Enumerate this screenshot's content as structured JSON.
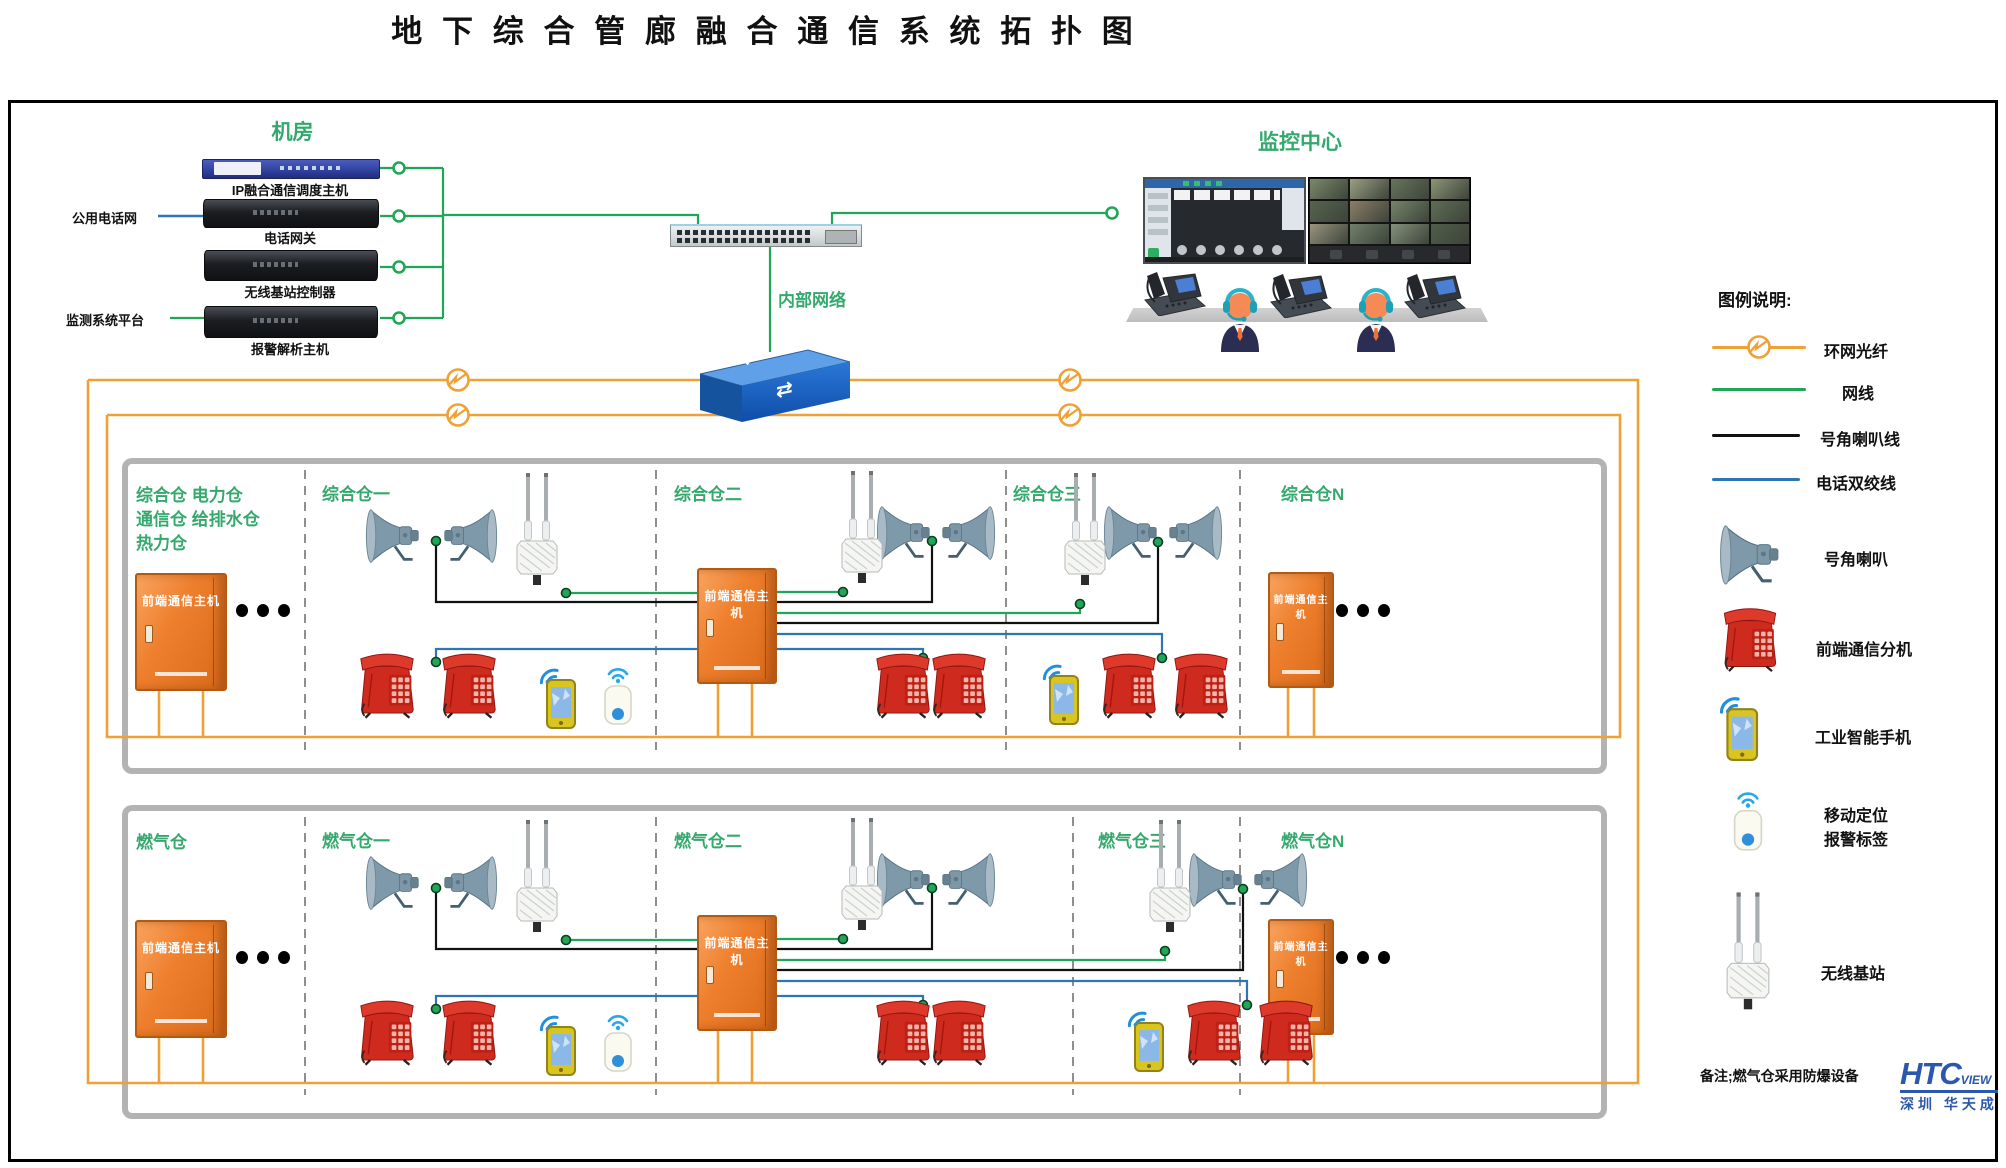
{
  "title": "地 下 综 合 管 廊 融 合 通 信 系 统 拓 扑 图",
  "machine_room": {
    "label": "机房",
    "servers": [
      "IP融合通信调度主机",
      "电话网关",
      "无线基站控制器",
      "报警解析主机"
    ],
    "external_labels": [
      "公用电话网",
      "监测系统平台"
    ]
  },
  "network": {
    "internal_label": "内部网络"
  },
  "monitoring": {
    "label": "监控中心"
  },
  "cabinet_label": "前端通信主机",
  "rows": [
    {
      "left_label_lines": [
        "综合仓 电力仓",
        "通信仓 给排水仓",
        "热力仓"
      ],
      "section_labels": [
        "综合仓一",
        "综合仓二",
        "综合仓三",
        "综合仓N"
      ]
    },
    {
      "left_label_lines": [
        "燃气仓"
      ],
      "section_labels": [
        "燃气仓一",
        "燃气仓二",
        "燃气仓三",
        "燃气仓N"
      ]
    }
  ],
  "legend": {
    "title": "图例说明:",
    "line_items": [
      {
        "label": "环网光纤",
        "color": "#EFA135"
      },
      {
        "label": "网线",
        "color": "#1FA757"
      },
      {
        "label": "号角喇叭线",
        "color": "#111111"
      },
      {
        "label": "电话双绞线",
        "color": "#2E75B6"
      }
    ],
    "device_items": [
      {
        "label": "号角喇叭"
      },
      {
        "label": "前端通信分机"
      },
      {
        "label": "工业智能手机"
      },
      {
        "label": "移动定位",
        "label2": "报警标签"
      },
      {
        "label": "无线基站"
      }
    ]
  },
  "note": "备注;燃气仓采用防爆设备",
  "logo": {
    "main": "HTC",
    "suffix": "VIEW",
    "subtitle": "深圳 华天成"
  },
  "colors": {
    "fiber": "#EFA135",
    "lan": "#1FA757",
    "horn_line": "#111111",
    "phone_line": "#2E75B6",
    "accent_green": "#35A96D",
    "cabinet_orange": "#ED7D31"
  }
}
